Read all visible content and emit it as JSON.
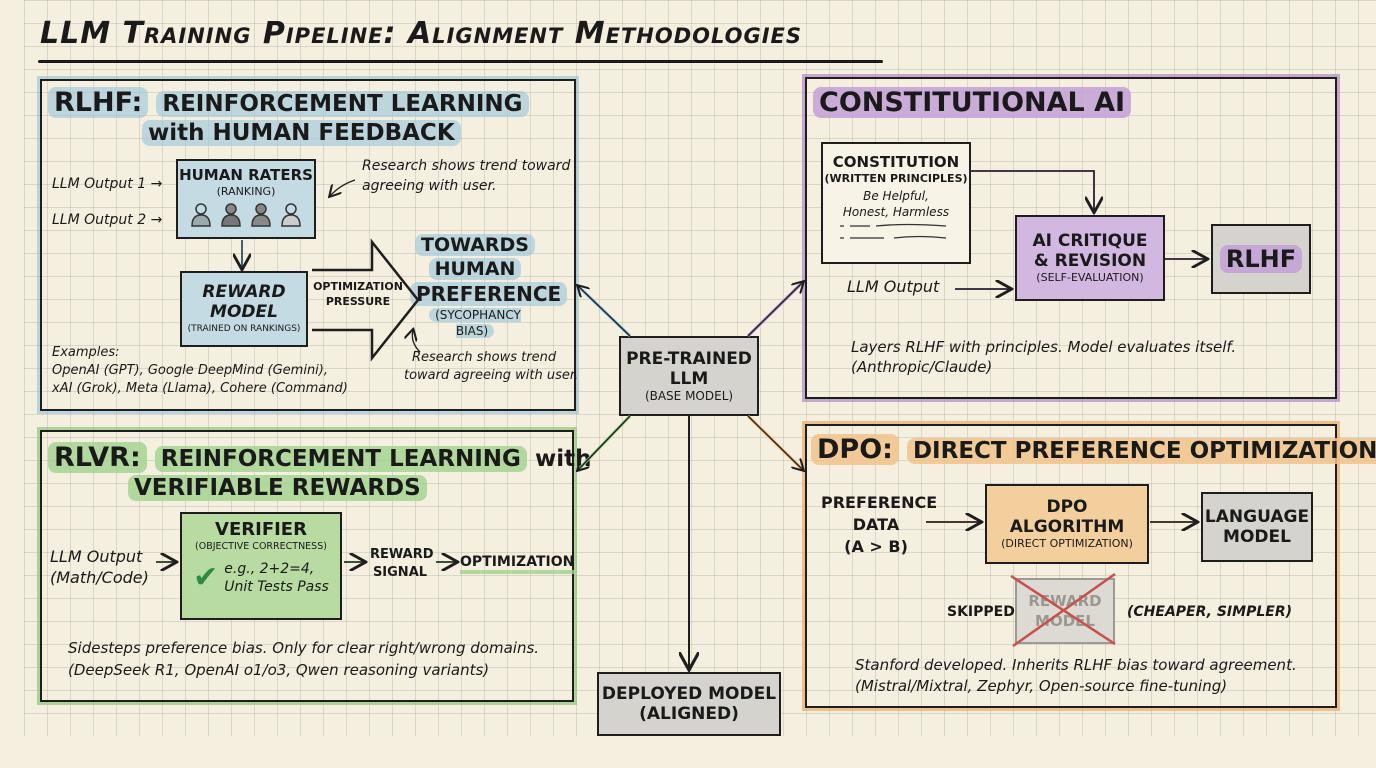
{
  "title": "LLM Training Pipeline: Alignment Methodologies",
  "center": {
    "pretrained": {
      "line1": "PRE-TRAINED",
      "line2": "LLM",
      "sub": "(BASE MODEL)"
    },
    "deployed": {
      "line1": "DEPLOYED MODEL",
      "line2": "(ALIGNED)"
    }
  },
  "rlhf": {
    "title_abbr": "RLHF:",
    "title_line1": "REINFORCEMENT LEARNING",
    "title_line2": "with HUMAN FEEDBACK",
    "input1": "LLM Output 1 →",
    "input2": "LLM Output 2 →",
    "raters": {
      "label": "HUMAN RATERS",
      "sub": "(RANKING)",
      "people_count": 4
    },
    "raters_note_line1": "Research shows trend toward",
    "raters_note_line2": "agreeing with user.",
    "reward": {
      "line1": "REWARD",
      "line2": "MODEL",
      "sub": "(TRAINED ON RANKINGS)"
    },
    "pressure_line1": "OPTIMIZATION",
    "pressure_line2": "PRESSURE",
    "target": {
      "line1": "TOWARDS",
      "line2": "HUMAN",
      "line3": "PREFERENCE",
      "sub": "(SYCOPHANCY BIAS)"
    },
    "target_note_line1": "Research shows trend",
    "target_note_line2": "toward agreeing with user.",
    "examples_label": "Examples:",
    "examples_line1": "OpenAI (GPT), Google DeepMind (Gemini),",
    "examples_line2": "xAI (Grok), Meta (Llama), Cohere (Command)"
  },
  "cai": {
    "title": "CONSTITUTIONAL AI",
    "constitution": {
      "label": "CONSTITUTION",
      "sub": "(WRITTEN PRINCIPLES)",
      "line1": "Be Helpful,",
      "line2": "Honest, Harmless"
    },
    "input": "LLM Output",
    "critique": {
      "line1": "AI CRITIQUE",
      "line2": "& REVISION",
      "sub": "(SELF-EVALUATION)"
    },
    "rlhf_box": "RLHF",
    "note_line1": "Layers RLHF with principles. Model evaluates itself.",
    "note_line2": "(Anthropic/Claude)"
  },
  "rlvr": {
    "title_abbr": "RLVR:",
    "title_line1": "REINFORCEMENT LEARNING",
    "title_with": "with",
    "title_line2": "VERIFIABLE REWARDS",
    "input_line1": "LLM Output",
    "input_line2": "(Math/Code)",
    "verifier": {
      "label": "VERIFIER",
      "sub": "(OBJECTIVE CORRECTNESS)",
      "ex1": "e.g., 2+2=4,",
      "ex2": "Unit Tests Pass",
      "check": "✔"
    },
    "signal_line1": "REWARD",
    "signal_line2": "SIGNAL",
    "optimization": "OPTIMIZATION",
    "note_line1": "Sidesteps preference bias. Only for clear right/wrong domains.",
    "note_line2": "(DeepSeek R1, OpenAI  o1/o3, Qwen reasoning variants)"
  },
  "dpo": {
    "title_abbr": "DPO:",
    "title_rest": "DIRECT PREFERENCE OPTIMIZATION",
    "input": {
      "line1": "PREFERENCE",
      "line2": "DATA",
      "line3": "(A > B)"
    },
    "algorithm": {
      "line1": "DPO",
      "line2": "ALGORITHM",
      "sub": "(DIRECT OPTIMIZATION)"
    },
    "output": {
      "line1": "LANGUAGE",
      "line2": "MODEL"
    },
    "skipped": "SKIPPED",
    "skipped_box_line1": "REWARD",
    "skipped_box_line2": "MODEL",
    "skipped_note": "(CHEAPER, SIMPLER)",
    "note_line1": "Stanford developed. Inherits RLHF bias toward agreement.",
    "note_line2": "(Mistral/Mixtral, Zephyr, Open-source fine-tuning)"
  },
  "colors": {
    "background": "#f4efdf",
    "rlhf": "#8cbed7",
    "cai": "#af87c8",
    "rlvr": "#8cc878",
    "dpo": "#ebaf6e",
    "cross": "#c8504b"
  }
}
